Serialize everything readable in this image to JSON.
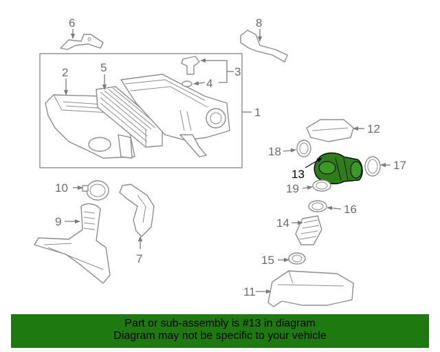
{
  "diagram": {
    "callouts": [
      "1",
      "2",
      "3",
      "4",
      "5",
      "6",
      "7",
      "8",
      "9",
      "10",
      "11",
      "12",
      "13",
      "14",
      "15",
      "16",
      "17",
      "18",
      "19"
    ],
    "highlight": "13",
    "highlight_color": "#2e7d1a"
  },
  "banner": {
    "line1": "Part or sub-assembly is #13 in diagram",
    "line2": "Diagram may not be specific to your vehicle",
    "background": "#1e7a10"
  }
}
